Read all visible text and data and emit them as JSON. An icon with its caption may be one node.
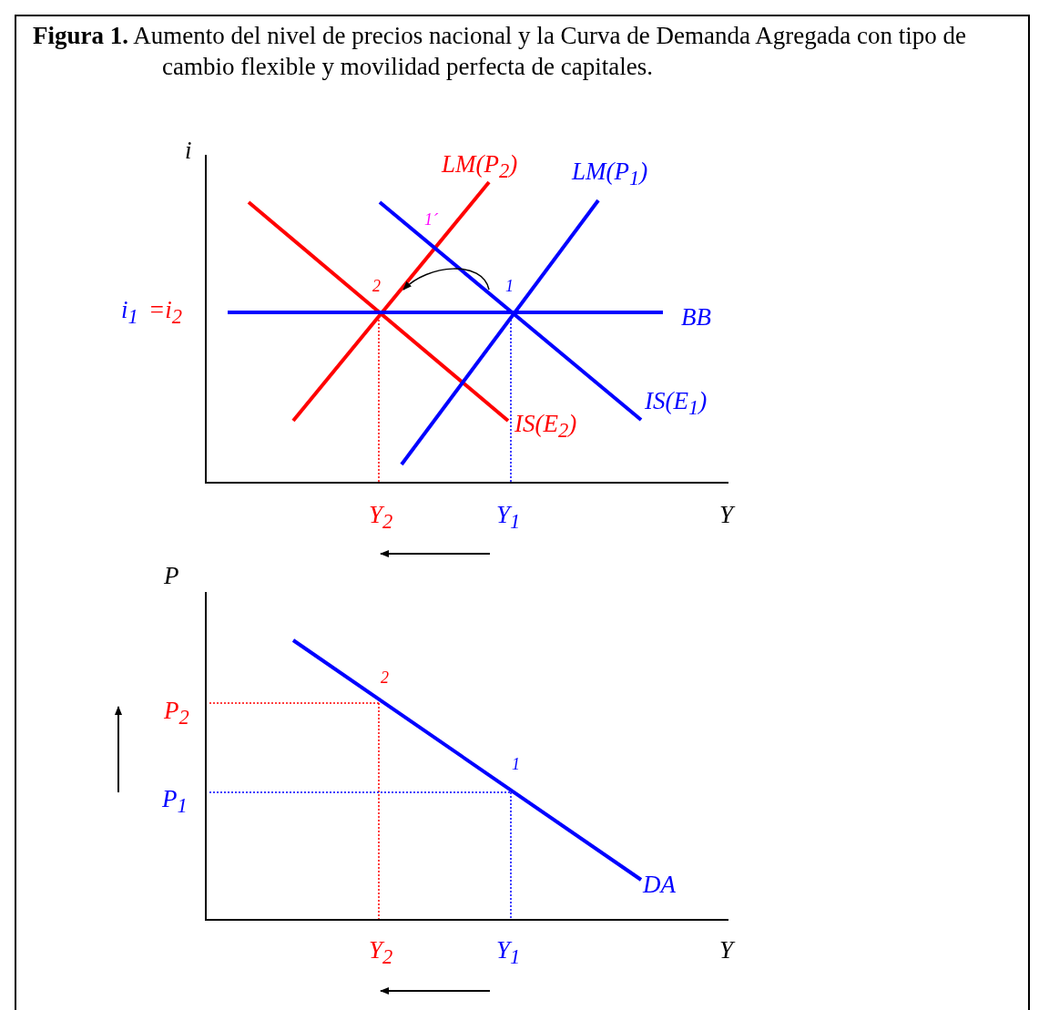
{
  "diagram": {
    "title": "**Figura  1.** Aumento del nivel de precios nacional y la Curva de Demanda Agregada con tipo de cambio flexible y movilidad perfecta de capitales.",
    "labels": [
      "i",
      "LM(P$_{2}$)",
      "LM(P$_{1}$)",
      "1´",
      "2",
      "1",
      "i$_{1}$",
      "=i$_{2}$",
      "BB",
      "IS(E$_{1}$)",
      "IS(E$_{2}$)",
      "Y$_{2}$",
      "Y$_{1}$",
      "Y",
      "P",
      "2",
      "P$_{2}$",
      "1",
      "P$_{1}$",
      "DA",
      "Y$_{2}$",
      "Y$_{1}$",
      "Y"
    ]
  }
}
